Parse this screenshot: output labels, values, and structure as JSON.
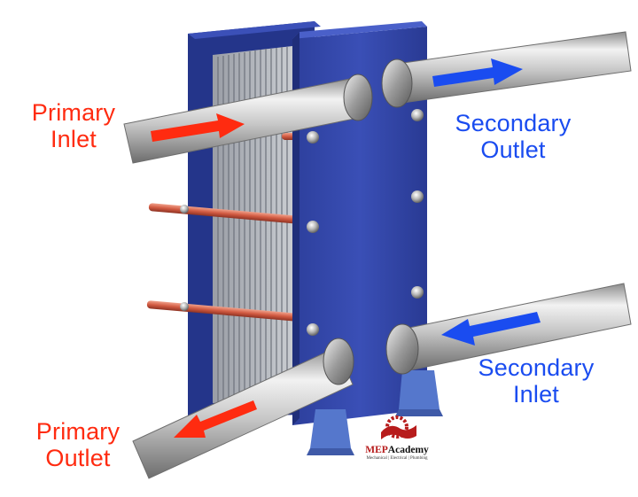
{
  "labels": {
    "primary_inlet": [
      "Primary",
      "Inlet"
    ],
    "primary_outlet": [
      "Primary",
      "Outlet"
    ],
    "secondary_outlet": [
      "Secondary",
      "Outlet"
    ],
    "secondary_inlet": [
      "Secondary",
      "Inlet"
    ]
  },
  "logo": {
    "name_part1": "MEP",
    "name_part2": "Academy",
    "tagline": "Mechanical | Electrical | Plumbing"
  },
  "colors": {
    "primary_flow": "#ff2b10",
    "secondary_flow": "#1a4cf0",
    "frame": "#3346a8",
    "pipe": "#c9c9c9",
    "rod": "#d5644d"
  }
}
